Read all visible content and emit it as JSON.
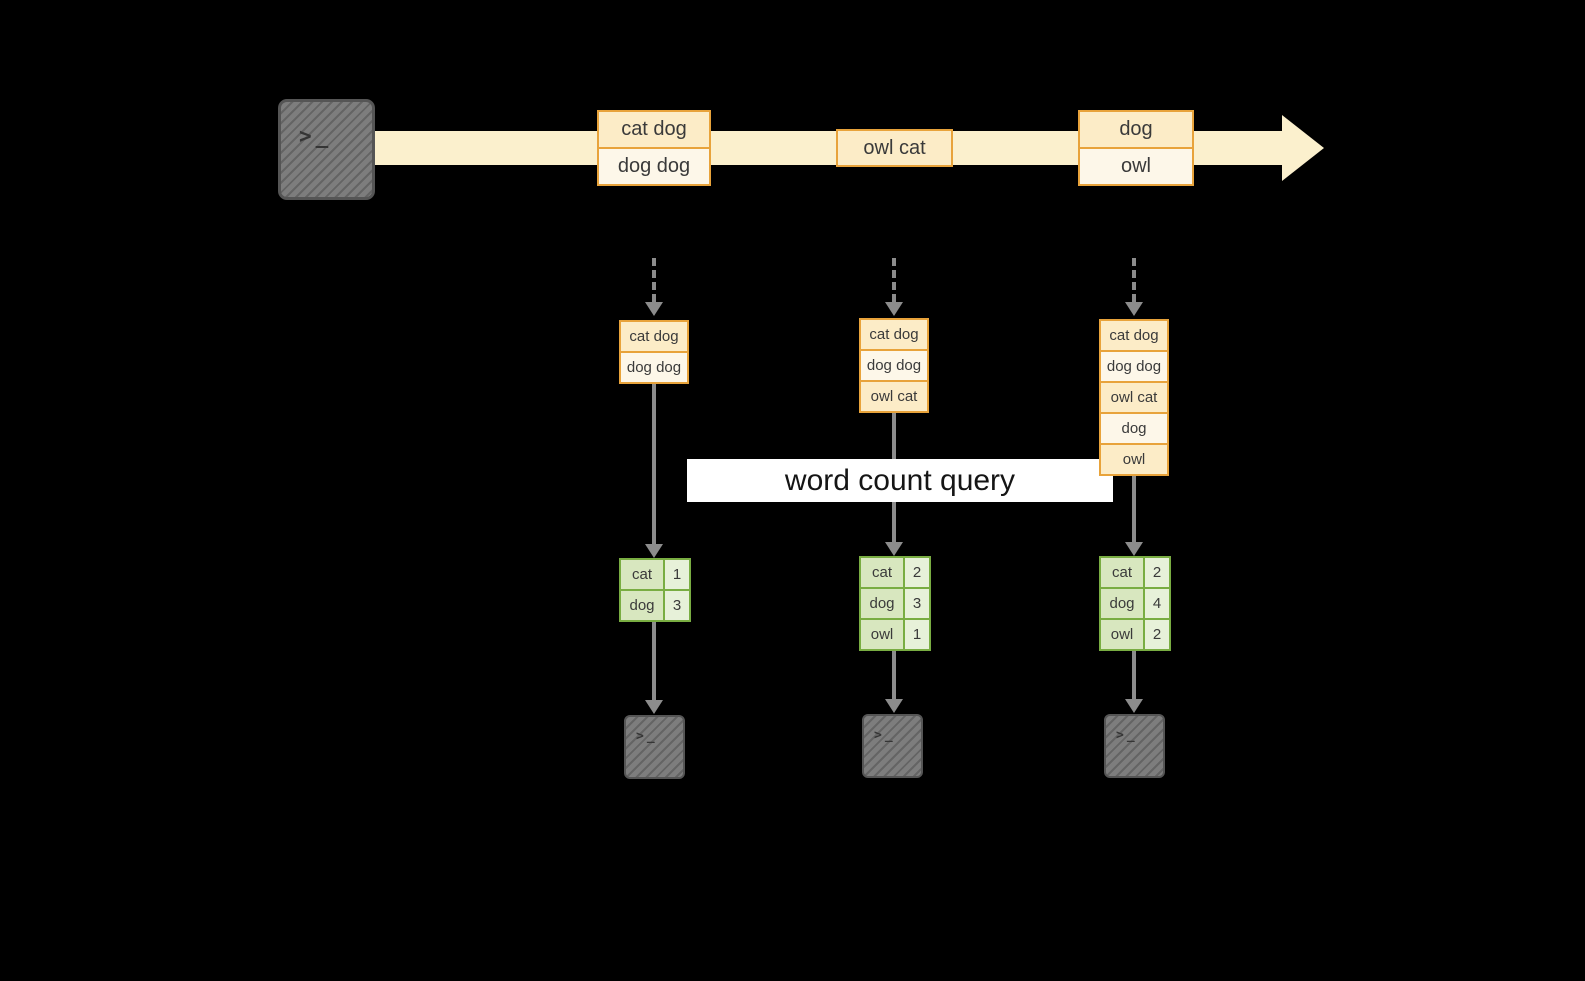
{
  "query_label": "word count query",
  "icons": {
    "terminal_prompt": ">_"
  },
  "colors": {
    "background": "#000000",
    "timeline_band": "#fbf0cd",
    "orange_border": "#e8a33b",
    "box_cream": "#fcecc7",
    "box_light": "#fdf7e9",
    "green_border": "#79ad42",
    "green_cell_word": "#d8e7bf",
    "green_cell_count": "#e7f1d9",
    "arrow_gray": "#8c8c8c",
    "terminal_gray": "#7d7d7d",
    "query_band_bg": "#ffffff"
  },
  "timeline": {
    "events": [
      {
        "lines": [
          "cat dog",
          "dog dog"
        ]
      },
      {
        "lines": [
          "owl cat"
        ]
      },
      {
        "lines": [
          "dog",
          "owl"
        ]
      }
    ]
  },
  "columns": [
    {
      "inputs": [
        "cat dog",
        "dog dog"
      ],
      "results": [
        {
          "word": "cat",
          "count": "1"
        },
        {
          "word": "dog",
          "count": "3"
        }
      ]
    },
    {
      "inputs": [
        "cat dog",
        "dog dog",
        "owl cat"
      ],
      "results": [
        {
          "word": "cat",
          "count": "2"
        },
        {
          "word": "dog",
          "count": "3"
        },
        {
          "word": "owl",
          "count": "1"
        }
      ]
    },
    {
      "inputs": [
        "cat dog",
        "dog dog",
        "owl cat",
        "dog",
        "owl"
      ],
      "results": [
        {
          "word": "cat",
          "count": "2"
        },
        {
          "word": "dog",
          "count": "4"
        },
        {
          "word": "owl",
          "count": "2"
        }
      ]
    }
  ]
}
